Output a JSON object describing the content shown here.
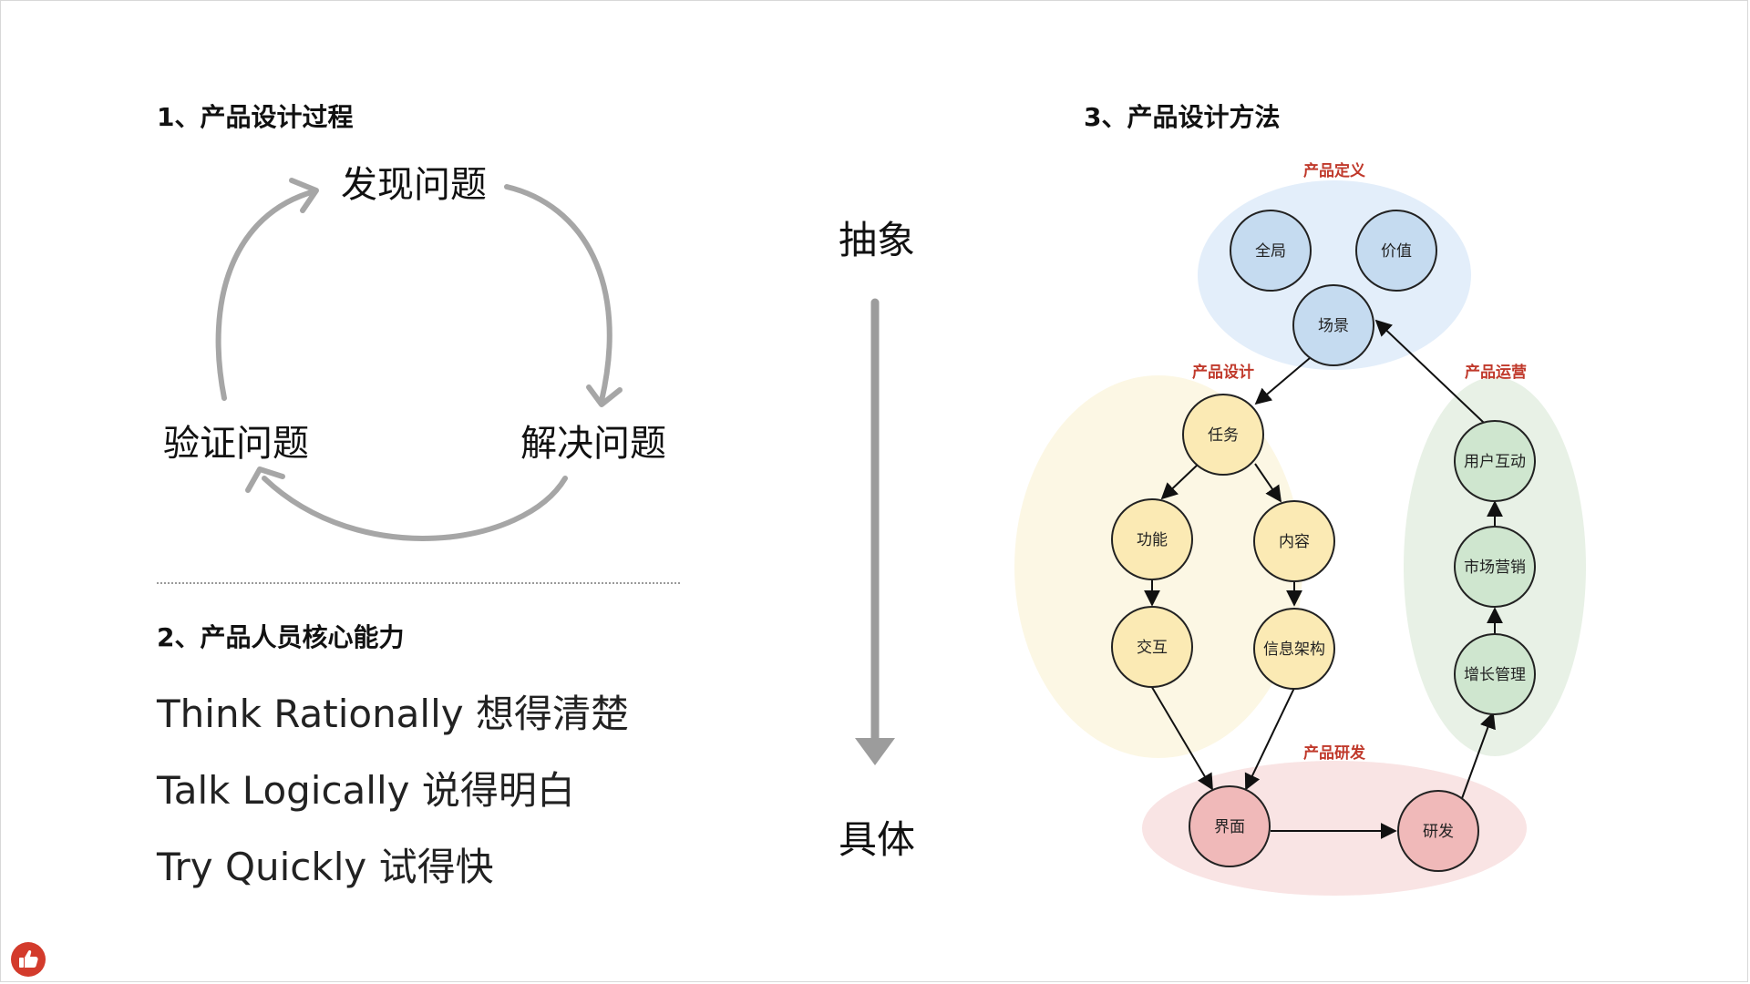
{
  "sections": {
    "process_title": "1、产品设计过程",
    "abilities_title": "2、产品人员核心能力",
    "method_title": "3、产品设计方法"
  },
  "cycle": {
    "discover": "发现问题",
    "solve": "解决问题",
    "verify": "验证问题"
  },
  "abilities": [
    "Think Rationally 想得清楚",
    "Talk Logically 说得明白",
    "Try Quickly 试得快"
  ],
  "axis": {
    "top": "抽象",
    "bottom": "具体"
  },
  "diagram": {
    "groups": {
      "definition": "产品定义",
      "design": "产品设计",
      "operation": "产品运营",
      "development": "产品研发"
    },
    "nodes": {
      "global": "全局",
      "value": "价值",
      "scene": "场景",
      "task": "任务",
      "function": "功能",
      "content": "内容",
      "interaction": "交互",
      "info_arch": "信息架构",
      "interface": "界面",
      "rnd": "研发",
      "user_interaction": "用户互动",
      "marketing": "市场营销",
      "growth": "增长管理"
    }
  },
  "colors": {
    "definition_fill": "#e3eefa",
    "design_fill": "#fcf7e4",
    "operation_fill": "#e8f1e6",
    "development_fill": "#f9e4e4",
    "group_label": "#c0392b",
    "arrow_gray": "#a6a6a6",
    "like_button": "#d33b2c"
  },
  "icons": {
    "like": "thumbs-up-icon"
  }
}
